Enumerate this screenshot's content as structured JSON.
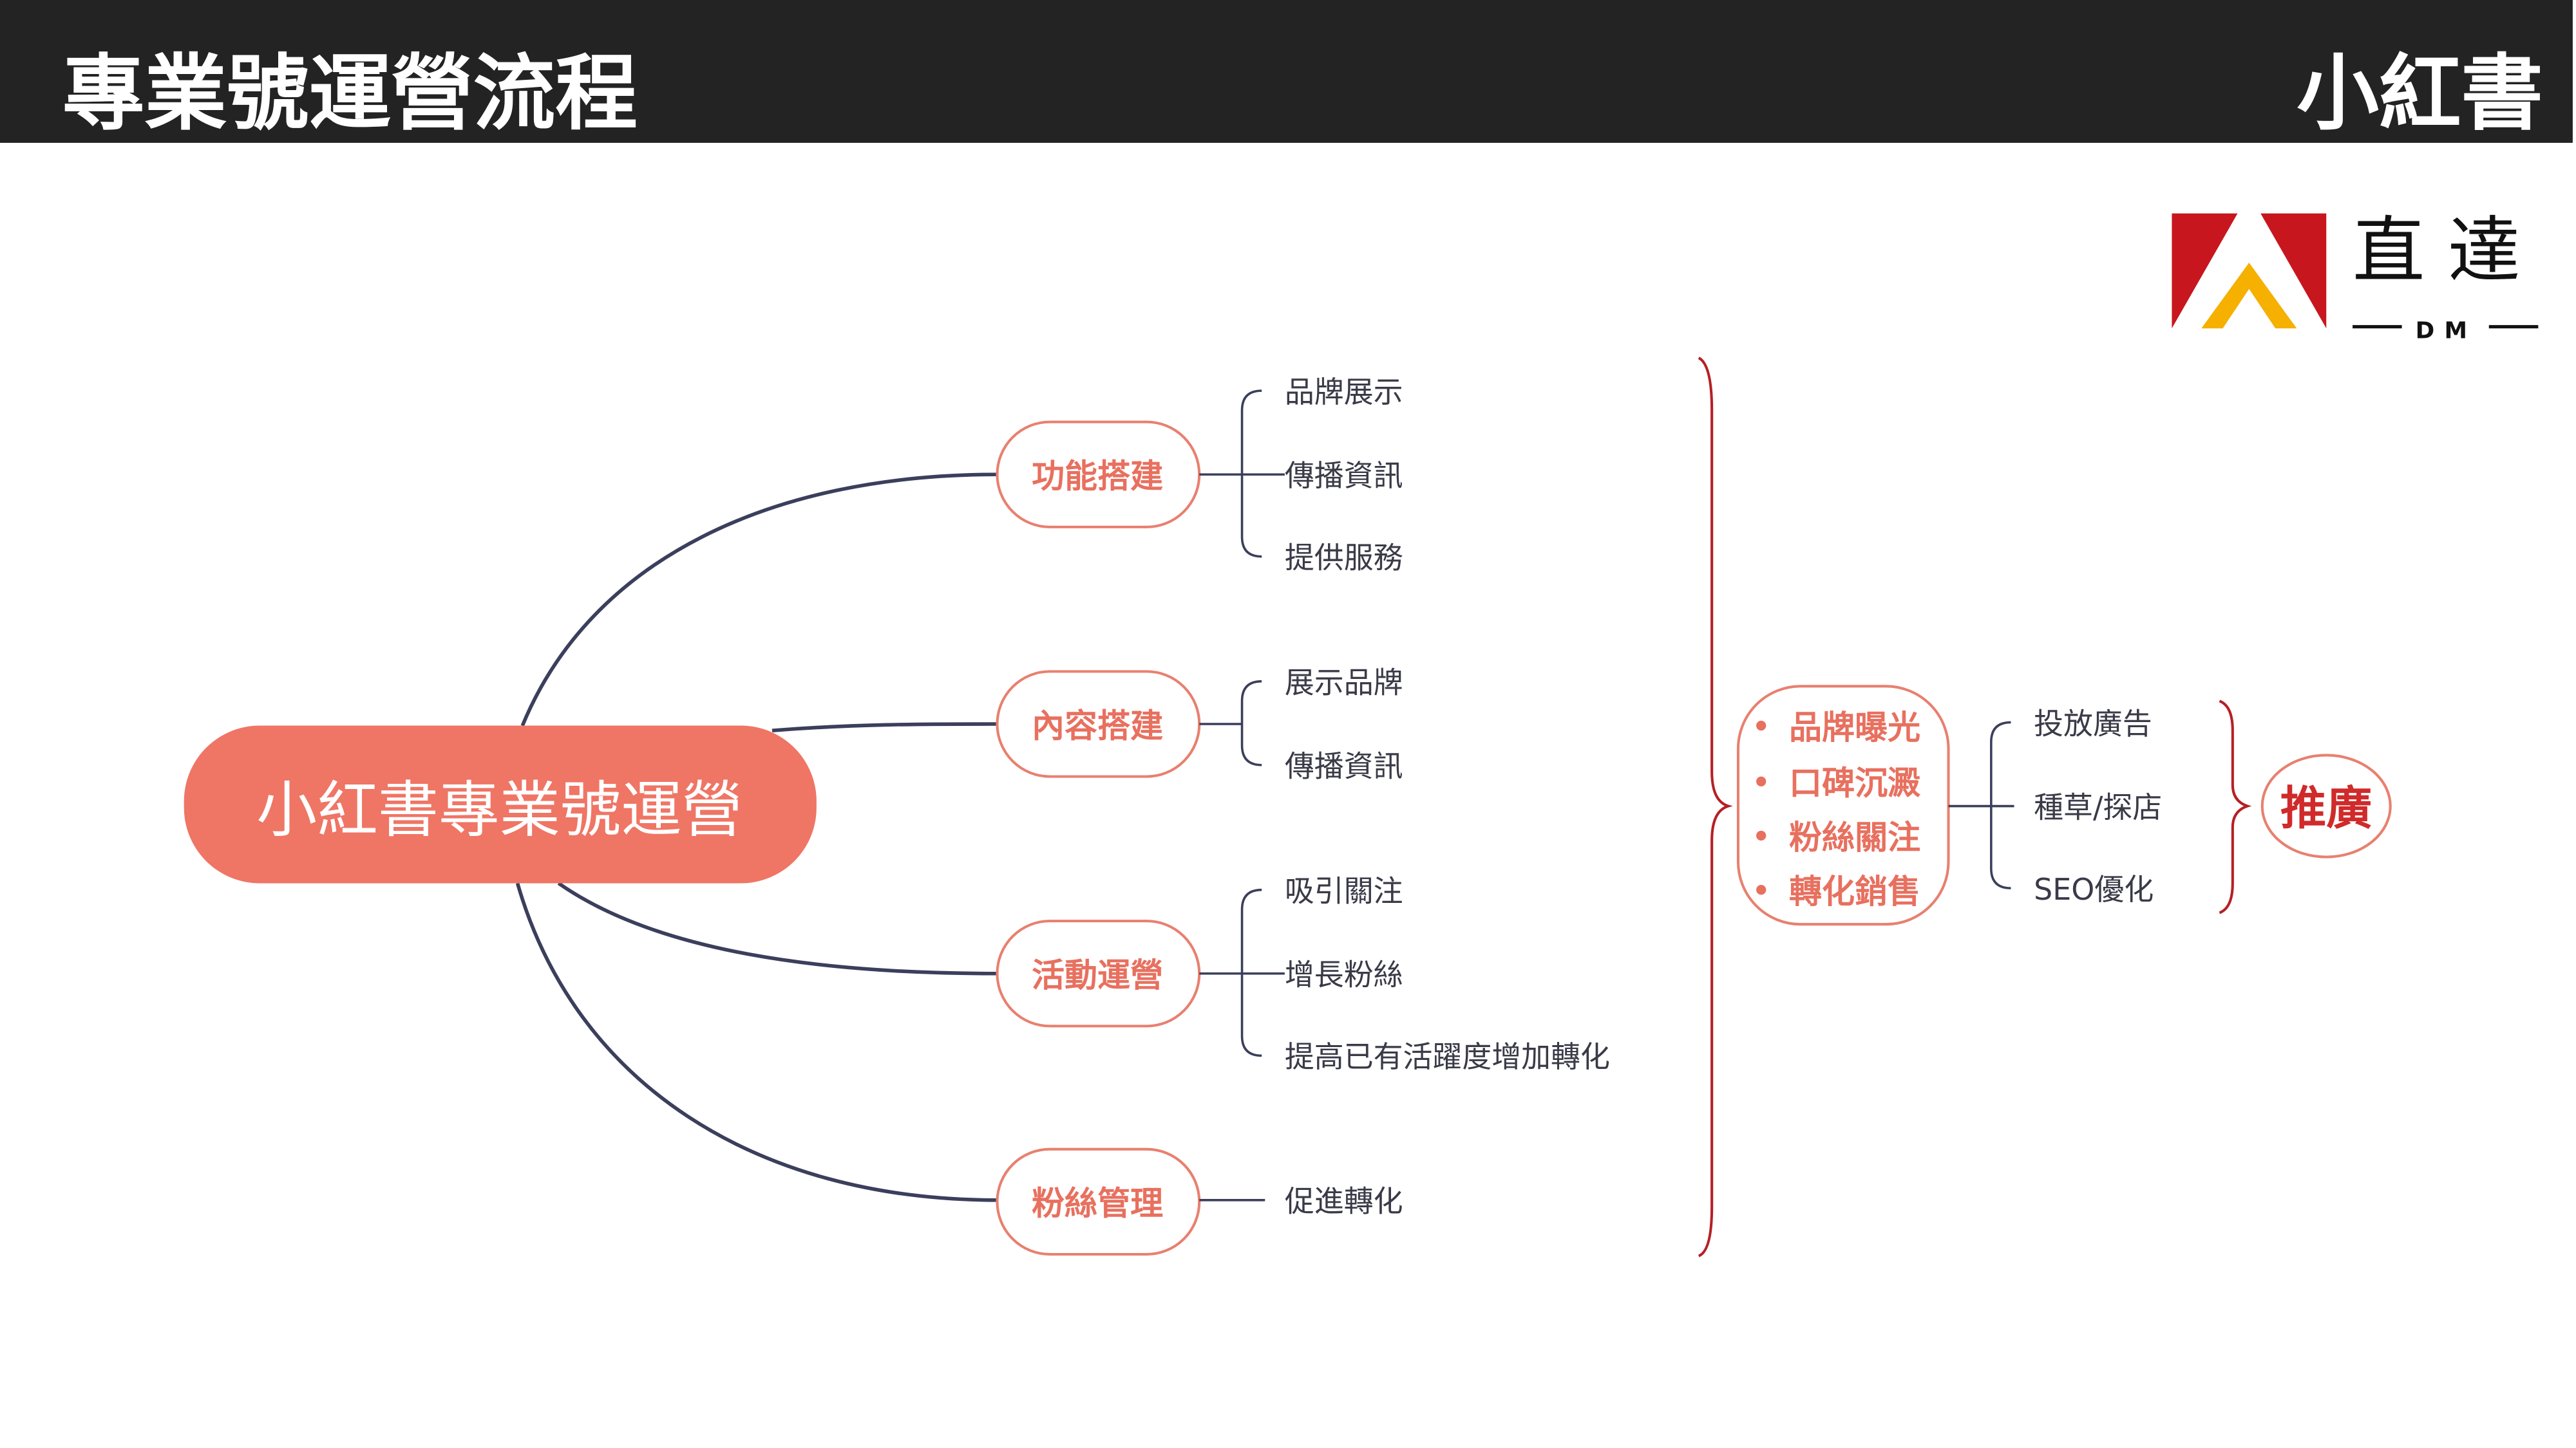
{
  "header": {
    "title": "專業號運營流程",
    "brand": "小紅書"
  },
  "logo": {
    "text": "直達",
    "sub": "DM"
  },
  "colors": {
    "header_bg": "#232323",
    "center_node": "#EF7565",
    "accent": "#E8705F",
    "brace": "#B52025",
    "promo": "#D02A2A",
    "connector": "#3B3F5C"
  },
  "center": {
    "label": "小紅書專業號運營"
  },
  "branches": [
    {
      "label": "功能搭建",
      "leaves": [
        "品牌展示",
        "傳播資訊",
        "提供服務"
      ]
    },
    {
      "label": "內容搭建",
      "leaves": [
        "展示品牌",
        "傳播資訊"
      ]
    },
    {
      "label": "活動運營",
      "leaves": [
        "吸引關注",
        "增長粉絲",
        "提高已有活躍度增加轉化"
      ]
    },
    {
      "label": "粉絲管理",
      "leaves": [
        "促進轉化"
      ]
    }
  ],
  "goals": {
    "items": [
      "品牌曝光",
      "口碑沉澱",
      "粉絲關注",
      "轉化銷售"
    ]
  },
  "methods": {
    "items": [
      "投放廣告",
      "種草/探店",
      "SEO優化"
    ]
  },
  "result": {
    "label": "推廣"
  }
}
